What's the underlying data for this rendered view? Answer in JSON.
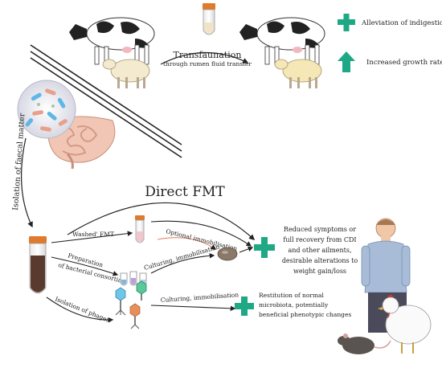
{
  "top": {
    "transfaunation_title": "Transfaunation",
    "transfaunation_sub": "through rumen fluid transfer",
    "outcome1": "Alleviation of indigestion",
    "outcome2": "Increased growth rates"
  },
  "left": {
    "isolation_label": "Isolation of faecal matter"
  },
  "fmt": {
    "title": "Direct FMT",
    "washed": "'Washed' FMT",
    "optional": "Optional immobilisation",
    "prep_line1": "Preparation",
    "prep_line2": "of bacterial consortia",
    "culturing1": "Culturing, immobilisation",
    "phages": "Isolation of phages",
    "culturing2": "Culturing, immobilisation"
  },
  "outcomes": {
    "fmt_lines": [
      "Reduced symptoms or",
      "full recovery from CDI",
      "and other ailments,",
      "desirable alterations to",
      "weight gain/loss"
    ],
    "phage_lines": [
      "Restitution of normal",
      "microbiota, potentially",
      "beneficial phenotypic changes"
    ]
  },
  "colors": {
    "plus": "#1fa886",
    "arrow_up": "#1fa886",
    "tube_cap": "#e07a2c",
    "faecal": "#5a3a2e"
  }
}
